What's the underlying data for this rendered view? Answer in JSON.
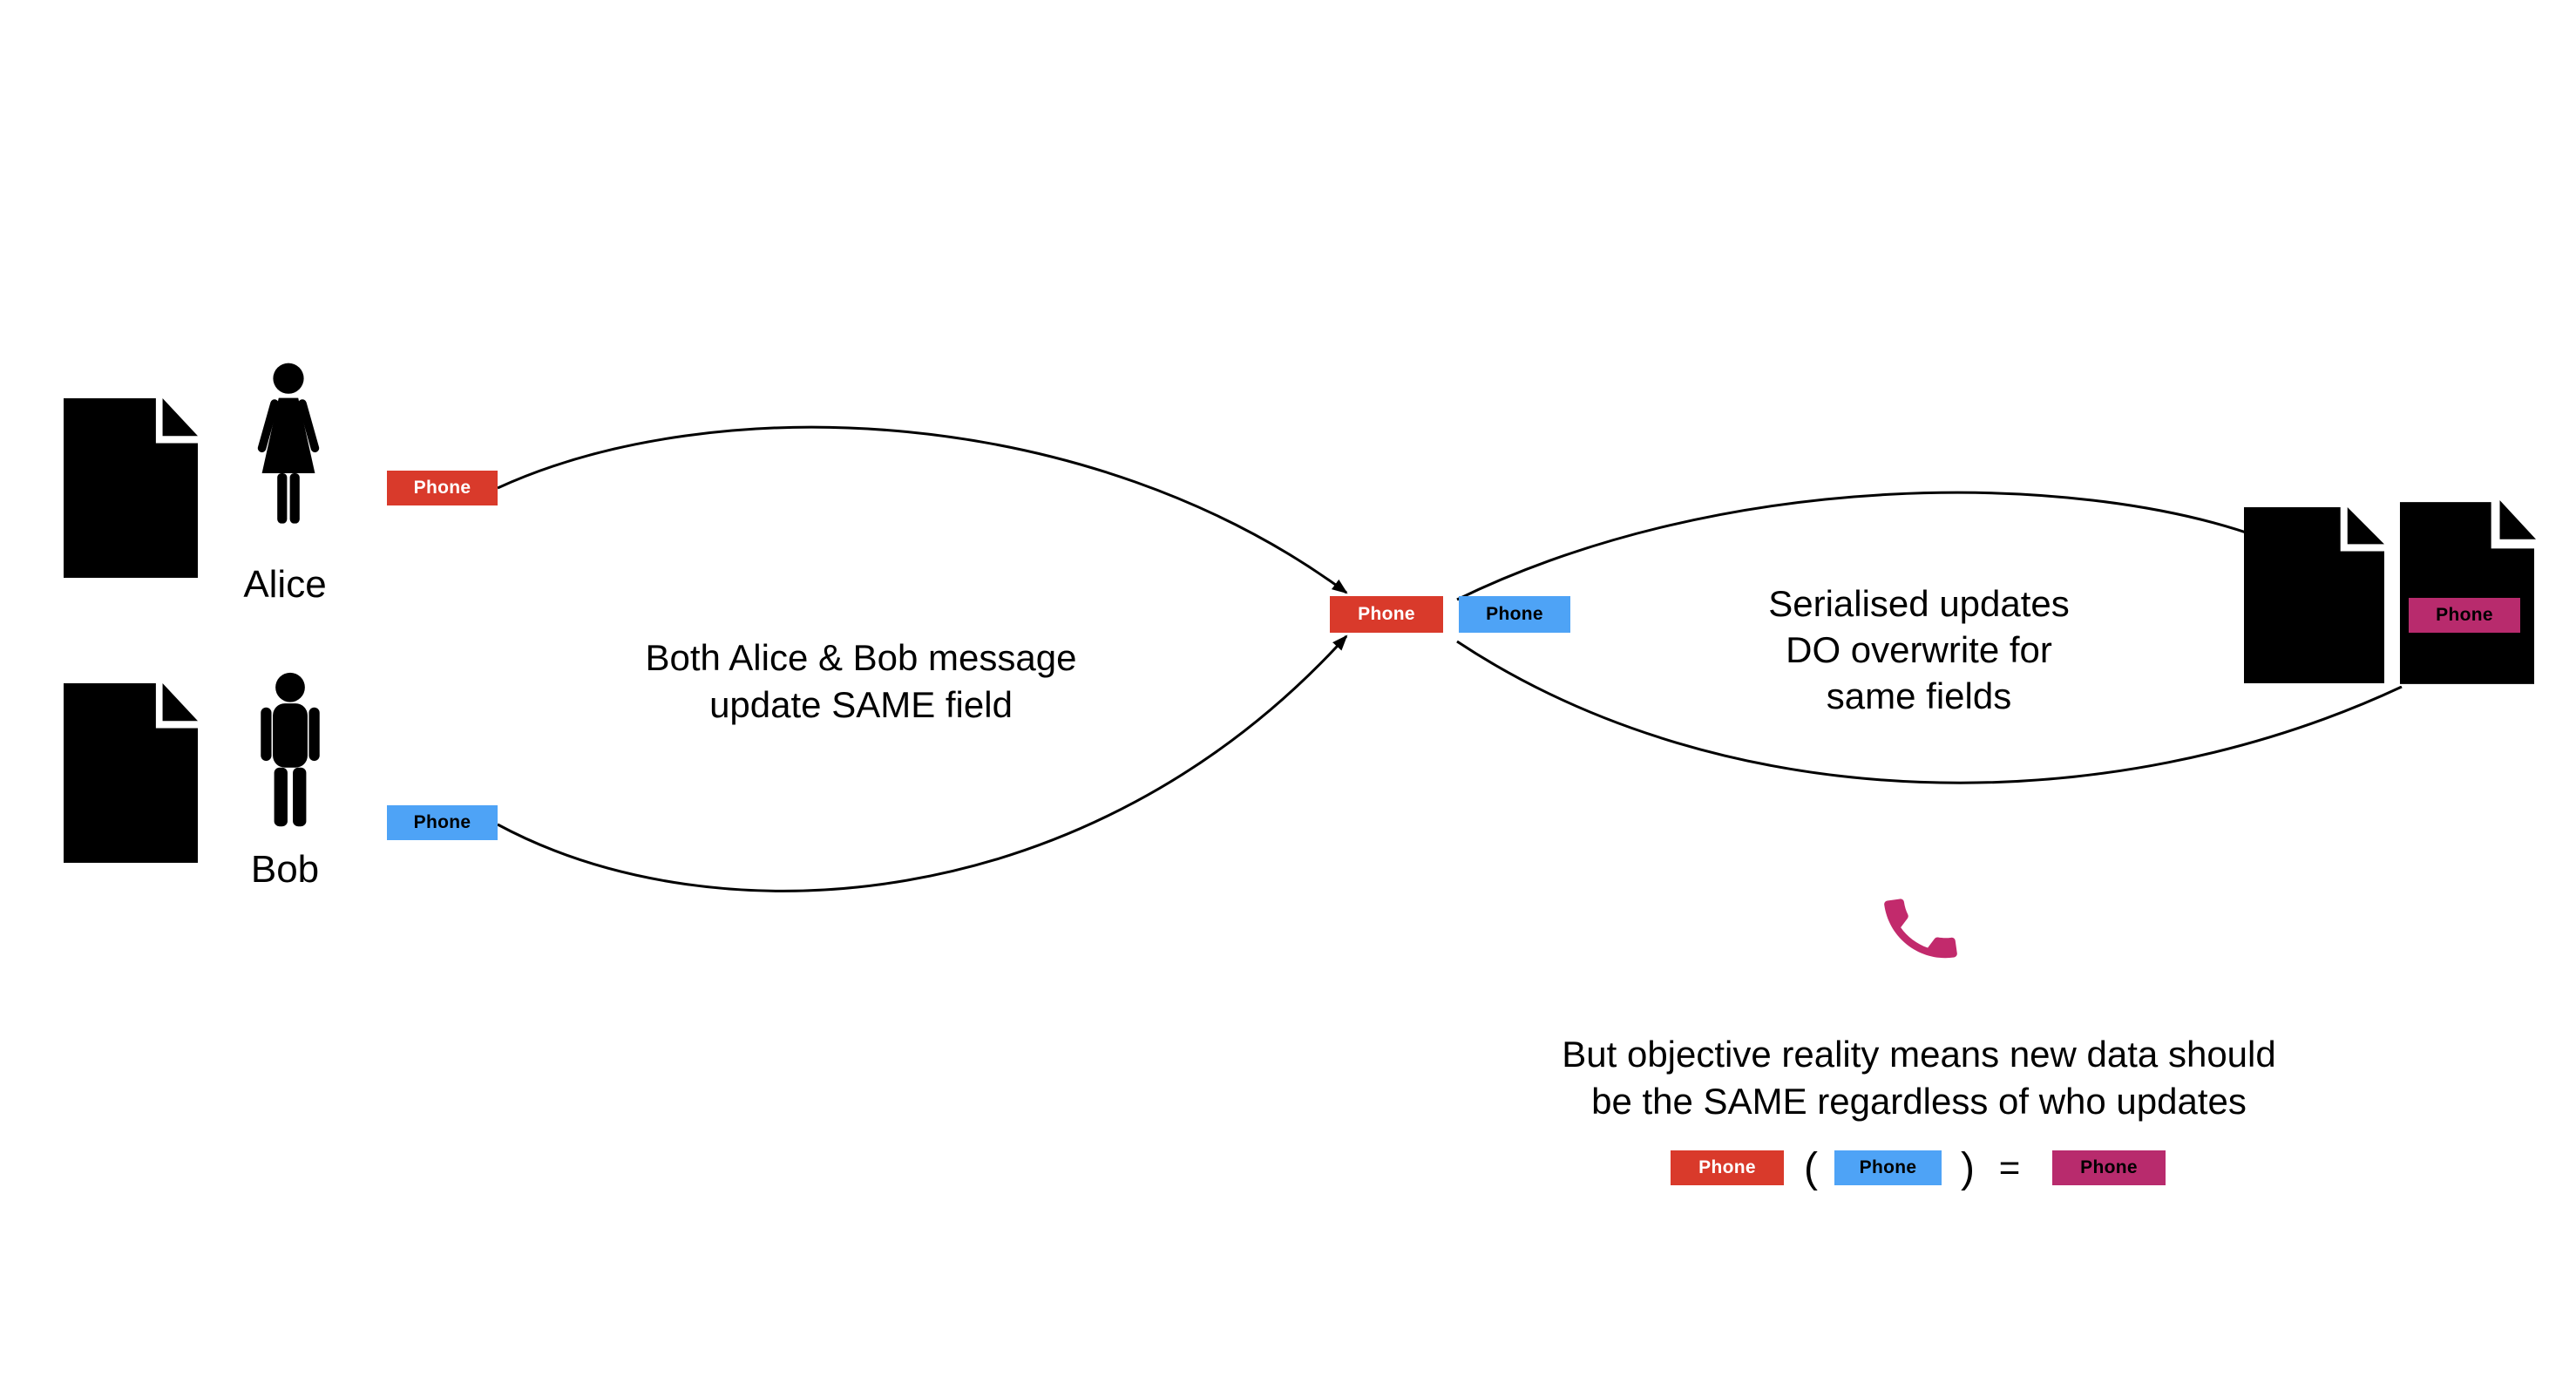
{
  "people": {
    "alice": "Alice",
    "bob": "Bob"
  },
  "badge_label": "Phone",
  "texts": {
    "both_update": {
      "line1": "Both Alice & Bob message",
      "line2": "update SAME field"
    },
    "serialised": {
      "line1": "Serialised updates",
      "line2": "DO overwrite for",
      "line3": "same fields"
    },
    "objective": {
      "line1": "But objective reality means new data should",
      "line2": "be the SAME regardless of who updates"
    }
  },
  "equation": {
    "open_paren": "(",
    "close_paren": ")",
    "equals": "="
  },
  "colors": {
    "badge_red": "#D93A2B",
    "badge_blue": "#4EA3F6",
    "badge_magenta": "#B82B6D",
    "phone_icon": "#C22A6C",
    "ink": "#000000"
  }
}
